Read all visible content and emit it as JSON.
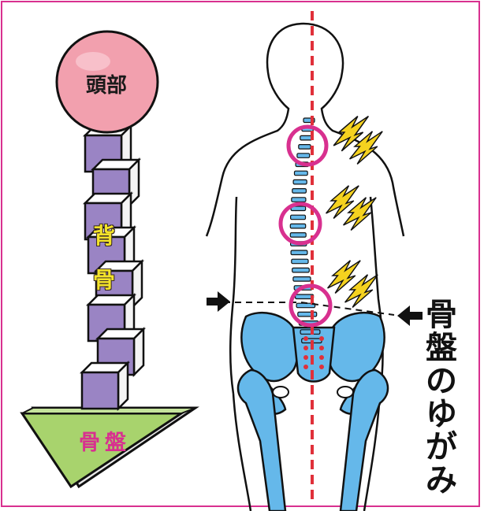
{
  "labels": {
    "head": "頭部",
    "spine_top": "背",
    "spine_bottom": "骨",
    "pelvis_left": "骨盤",
    "right_chars": [
      "骨",
      "盤",
      "の",
      "ゆ",
      "が",
      "み"
    ]
  },
  "colors": {
    "frame": "#d8308f",
    "head_fill": "#f2a0ae",
    "block_front": "#9a84c4",
    "pelvis_triangle": "#a8d36d",
    "bone": "#65b8ea",
    "center_line": "#e0303a",
    "circle_marker": "#d8308f",
    "lightning": "#f5d21f"
  },
  "icons": [
    "lightning-bolt-icon",
    "arrow-right-icon",
    "arrow-left-icon"
  ]
}
